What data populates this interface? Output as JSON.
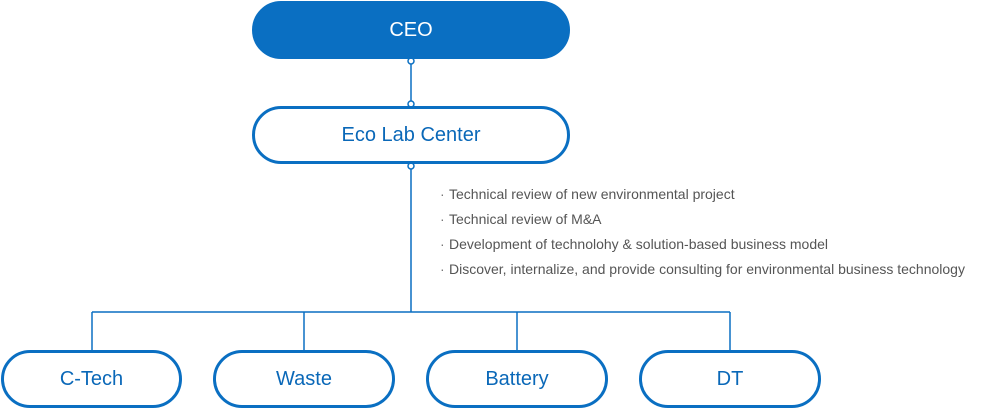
{
  "colors": {
    "primary": "#0a6fc2",
    "primary_text": "#ffffff",
    "outline_text": "#0a68b8",
    "connector": "#0a6fc2",
    "description_text": "#555555"
  },
  "nodes": {
    "ceo": "CEO",
    "eco_lab_center": "Eco Lab Center",
    "children": [
      "C-Tech",
      "Waste",
      "Battery",
      "DT"
    ]
  },
  "eco_lab_center_roles": [
    "Technical review of new environmental project",
    "Technical review of M&A",
    "Development of technolohy & solution-based business model",
    "Discover, internalize, and provide consulting for environmental business technology"
  ]
}
